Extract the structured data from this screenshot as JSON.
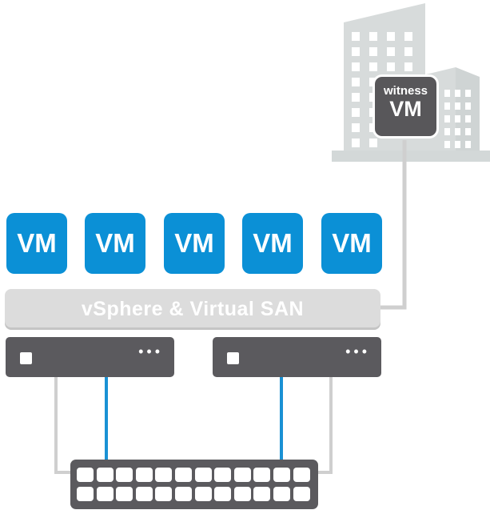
{
  "witness": {
    "line1": "witness",
    "line2": "VM"
  },
  "vms": [
    "VM",
    "VM",
    "VM",
    "VM",
    "VM"
  ],
  "platform": {
    "label": "vSphere & Virtual SAN"
  },
  "servers": [
    {
      "indicator": "•••"
    },
    {
      "indicator": "•••"
    }
  ],
  "switch": {
    "port_columns": 12,
    "port_rows": 2
  },
  "colors": {
    "vm": "#0b90d6",
    "hardware": "#5b5a5e",
    "platform_bar": "#dcdcdc",
    "building": "#d7dbdb",
    "uplink": "#cfcfcf",
    "storage_link": "#1a91d4"
  }
}
